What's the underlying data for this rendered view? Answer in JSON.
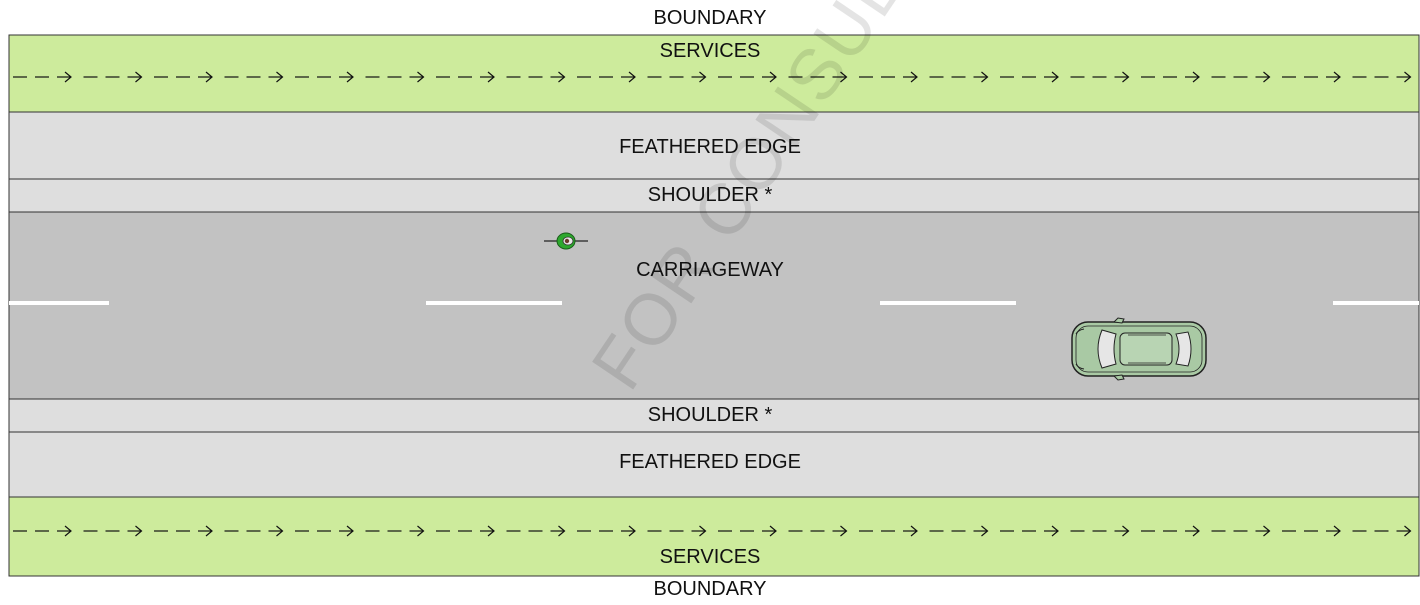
{
  "labels": {
    "boundary_top": "BOUNDARY",
    "services_top": "SERVICES",
    "feathered_edge_top": "FEATHERED EDGE",
    "shoulder_top": "SHOULDER *",
    "carriageway": "CARRIAGEWAY",
    "shoulder_bottom": "SHOULDER *",
    "feathered_edge_bottom": "FEATHERED EDGE",
    "services_bottom": "SERVICES",
    "boundary_bottom": "BOUNDARY"
  },
  "watermark": "FOR CONSULTATION",
  "colors": {
    "services": "#cdeb9c",
    "feathered_edge": "#dedede",
    "shoulder": "#dedede",
    "carriageway": "#c2c2c2",
    "lane_marking": "#ffffff",
    "car_body": "#a9c9a4",
    "cyclist": "#2ea82e"
  },
  "icons": [
    "services-flow-arrow-icon",
    "car-icon",
    "cyclist-icon"
  ]
}
